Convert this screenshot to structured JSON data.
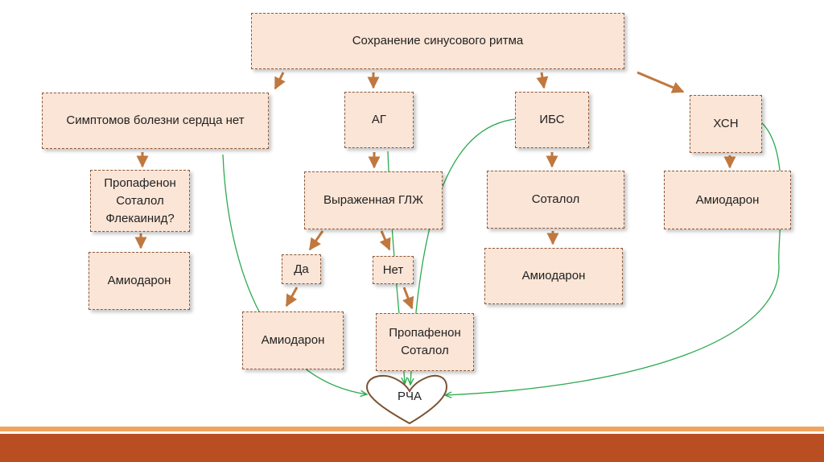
{
  "nodes": {
    "root": "Сохранение синусового ритма",
    "no_symptoms": "Симптомов болезни сердца нет",
    "ag": "АГ",
    "ibs": "ИБС",
    "hsn": "ХСН",
    "propafenone_group": "Пропафенон\nСоталол\nФлекаинид?",
    "amiodarone_1": "Амиодарон",
    "glzh": "Выраженная ГЛЖ",
    "yes": "Да",
    "no": "Нет",
    "amiodarone_2": "Амиодарон",
    "propafenone_sotalol": "Пропафенон\nСоталол",
    "sotalol": "Соталол",
    "amiodarone_3": "Амиодарон",
    "amiodarone_4": "Амиодарон",
    "rfa": "РЧА"
  },
  "colors": {
    "box_fill": "#fbe5d6",
    "box_border": "#8c5a3c",
    "orange_arrow": "#c0783e",
    "green_arrow": "#2daa4f",
    "heart_border": "#7a5230",
    "footer_thin": "#f3a35d",
    "footer_thick": "#b94e23"
  }
}
